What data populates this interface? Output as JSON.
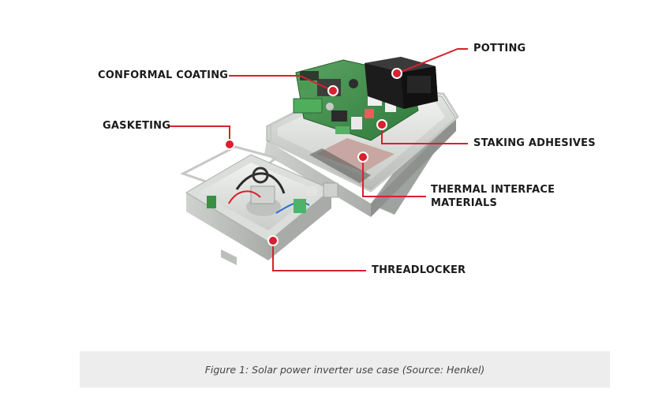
{
  "labels": {
    "potting": "POTTING",
    "conformal_coating": "CONFORMAL COATING",
    "gasketing": "GASKETING",
    "staking_adhesives": "STAKING ADHESIVES",
    "thermal_line1": "THERMAL INTERFACE",
    "thermal_line2": "MATERIALS",
    "threadlocker": "THREADLOCKER"
  },
  "caption": "Figure 1: Solar power inverter use case (Source: Henkel)",
  "colors": {
    "callout": "#d8202e",
    "enclosure": "#d7d9d6",
    "pcb": "#3f8f4a",
    "potting_block": "#1c1c1c"
  }
}
